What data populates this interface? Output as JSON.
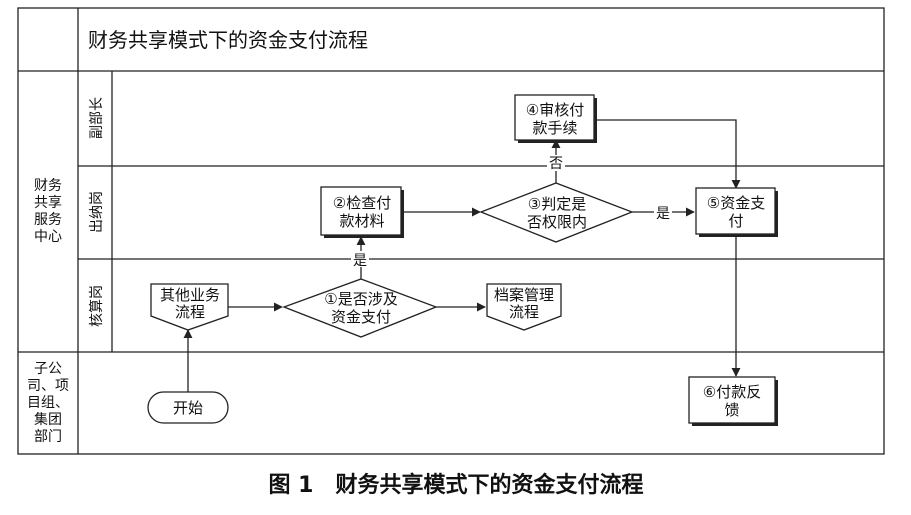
{
  "title": "财务共享模式下的资金支付流程",
  "caption": "图 1　财务共享模式下的资金支付流程",
  "groups": {
    "center": [
      "财务",
      "共享",
      "服务",
      "中心"
    ],
    "subsidiary": [
      "子公",
      "司、项",
      "目组、",
      "集团",
      "部门"
    ]
  },
  "lanes": {
    "deputy": "副部长",
    "cashier": "出纳岗",
    "accountant": "核算岗"
  },
  "nodes": {
    "start": "开始",
    "other": [
      "其他业务",
      "流程"
    ],
    "d1": [
      "①是否涉及",
      "资金支付"
    ],
    "archive": [
      "档案管理",
      "流程"
    ],
    "n2": [
      "②检查付",
      "款材料"
    ],
    "d3": [
      "③判定是",
      "否权限内"
    ],
    "n4": [
      "④审核付",
      "款手续"
    ],
    "n5": [
      "⑤资金支",
      "付"
    ],
    "n6": [
      "⑥付款反",
      "馈"
    ]
  },
  "edge_labels": {
    "yes1": "是",
    "no3": "否",
    "yes3": "是"
  }
}
